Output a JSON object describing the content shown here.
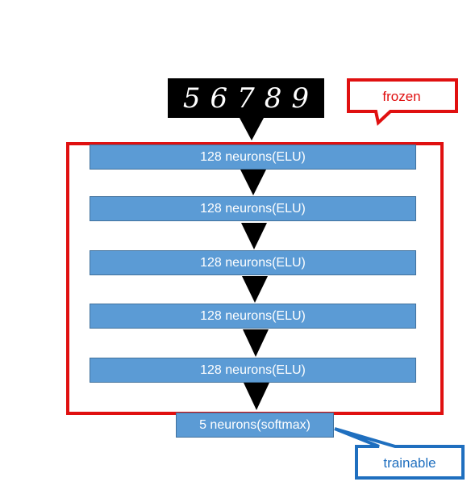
{
  "input": {
    "digits": "56789"
  },
  "hidden_layers": [
    {
      "label": "128 neurons(ELU)"
    },
    {
      "label": "128 neurons(ELU)"
    },
    {
      "label": "128 neurons(ELU)"
    },
    {
      "label": "128 neurons(ELU)"
    },
    {
      "label": "128 neurons(ELU)"
    }
  ],
  "output_layer": {
    "label": "5 neurons(softmax)"
  },
  "callouts": {
    "frozen": {
      "label": "frozen",
      "color": "#e01010"
    },
    "trainable": {
      "label": "trainable",
      "color": "#1f6fbf"
    }
  },
  "colors": {
    "layer_fill": "#5b9bd5",
    "arrow": "#000000"
  }
}
